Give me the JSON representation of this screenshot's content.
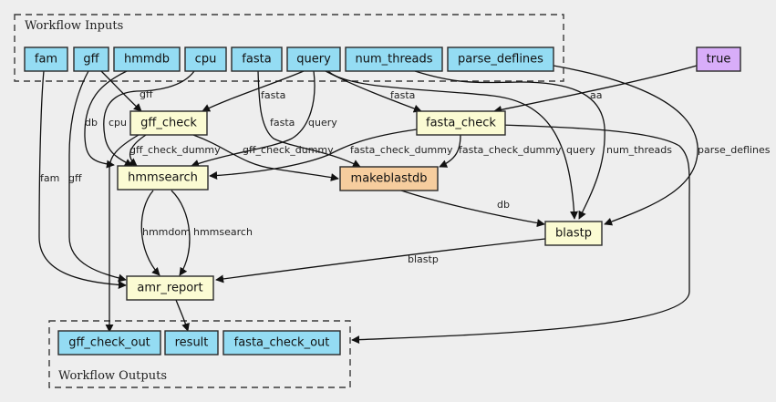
{
  "colors": {
    "background": "#eeeeee",
    "io": "#94dcf3",
    "task": "#fbfbd3",
    "makeblastdb": "#f6cd9e",
    "literal": "#d8adf9"
  },
  "clusters": {
    "inputs_label": "Workflow Inputs",
    "outputs_label": "Workflow Outputs"
  },
  "nodes": {
    "fam": "fam",
    "gff": "gff",
    "hmmdb": "hmmdb",
    "cpu": "cpu",
    "fasta": "fasta",
    "query": "query",
    "num_threads": "num_threads",
    "parse_deflines": "parse_deflines",
    "true": "true",
    "gff_check": "gff_check",
    "fasta_check": "fasta_check",
    "hmmsearch": "hmmsearch",
    "makeblastdb": "makeblastdb",
    "blastp": "blastp",
    "amr_report": "amr_report",
    "gff_check_out": "gff_check_out",
    "result": "result",
    "fasta_check_out": "fasta_check_out"
  },
  "edge_labels": {
    "gff_to_gff_check": "gff",
    "query_to_gff_check": "fasta",
    "fasta_to_makeblastdb": "fasta",
    "query_to_hmmsearch": "query",
    "query_to_fasta_check": "fasta",
    "true_to_fasta_check": "aa",
    "hmmdb_to_hmmsearch": "db",
    "cpu_to_hmmsearch": "cpu",
    "gff_check_to_hmmsearch": "gff_check_dummy",
    "gff_check_to_makeblastdb": "gff_check_dummy",
    "fasta_check_to_hmmsearch": "fasta_check_dummy",
    "fasta_check_to_makeblastdb": "fasta_check_dummy",
    "query_to_blastp": "query",
    "num_threads_to_blastp": "num_threads",
    "parse_deflines_to_blastp": "parse_deflines",
    "fam_to_amr_report": "fam",
    "gff_to_amr_report": "gff",
    "makeblastdb_to_blastp": "db",
    "hmmsearch_hmmdom": "hmmdom",
    "hmmsearch_hmmsearch": "hmmsearch",
    "blastp_to_amr_report": "blastp"
  }
}
